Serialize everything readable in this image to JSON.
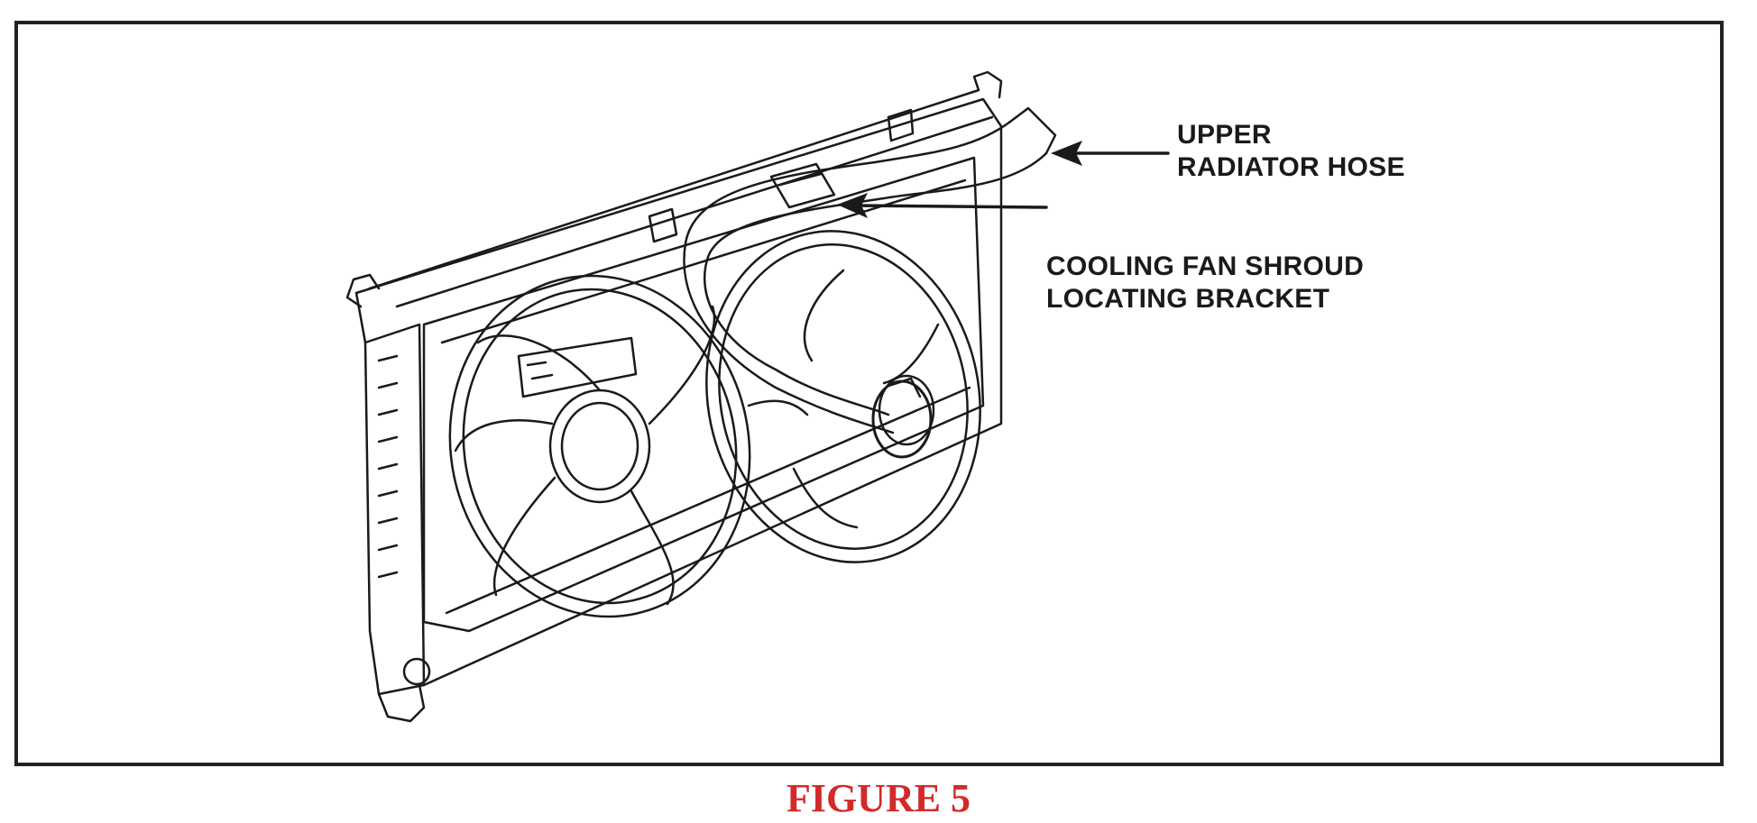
{
  "figure": {
    "caption": "FIGURE 5",
    "caption_color": "#d12a2a",
    "line_color": "#1a1a1a"
  },
  "labels": {
    "upper_hose": {
      "line1": "UPPER",
      "line2": "RADIATOR HOSE"
    },
    "shroud_bracket": {
      "line1": "COOLING FAN SHROUD",
      "line2": "LOCATING BRACKET"
    }
  }
}
